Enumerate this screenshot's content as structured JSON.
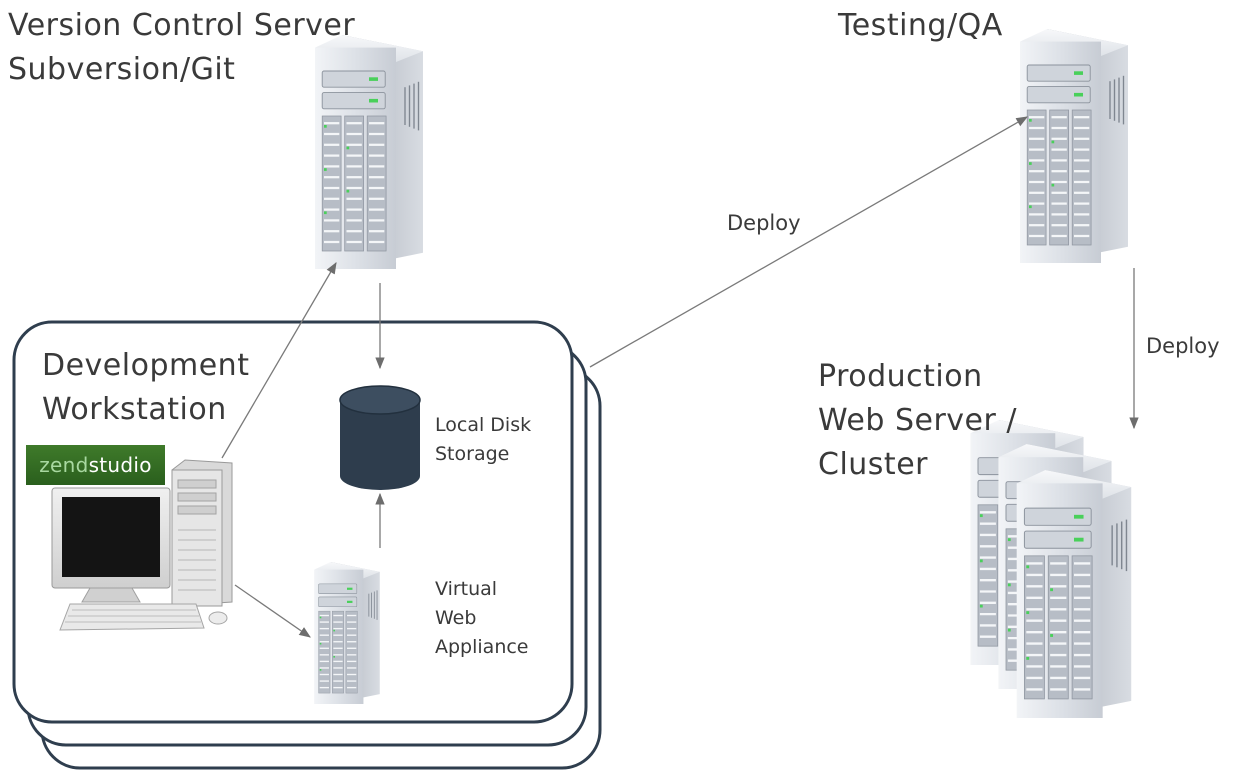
{
  "labels": {
    "vcs_line1": "Version Control Server",
    "vcs_line2": "Subversion/Git",
    "qa": "Testing/QA",
    "devws_line1": "Development",
    "devws_line2": "Workstation",
    "disk_line1": "Local Disk",
    "disk_line2": "Storage",
    "vwa_line1": "Virtual",
    "vwa_line2": "Web",
    "vwa_line3": "Appliance",
    "prod_line1": "Production",
    "prod_line2": "Web Server /",
    "prod_line3": "Cluster",
    "deploy_1": "Deploy",
    "deploy_2": "Deploy"
  },
  "logo": {
    "part1": "zend",
    "part2": "studio"
  },
  "colors": {
    "line": "#7a7a7a",
    "frame": "#2f3e4e",
    "disk": "#2e3d4d",
    "server_light": "#e4e7ec",
    "server_dark": "#9aa1ab",
    "led": "#49d05a"
  }
}
